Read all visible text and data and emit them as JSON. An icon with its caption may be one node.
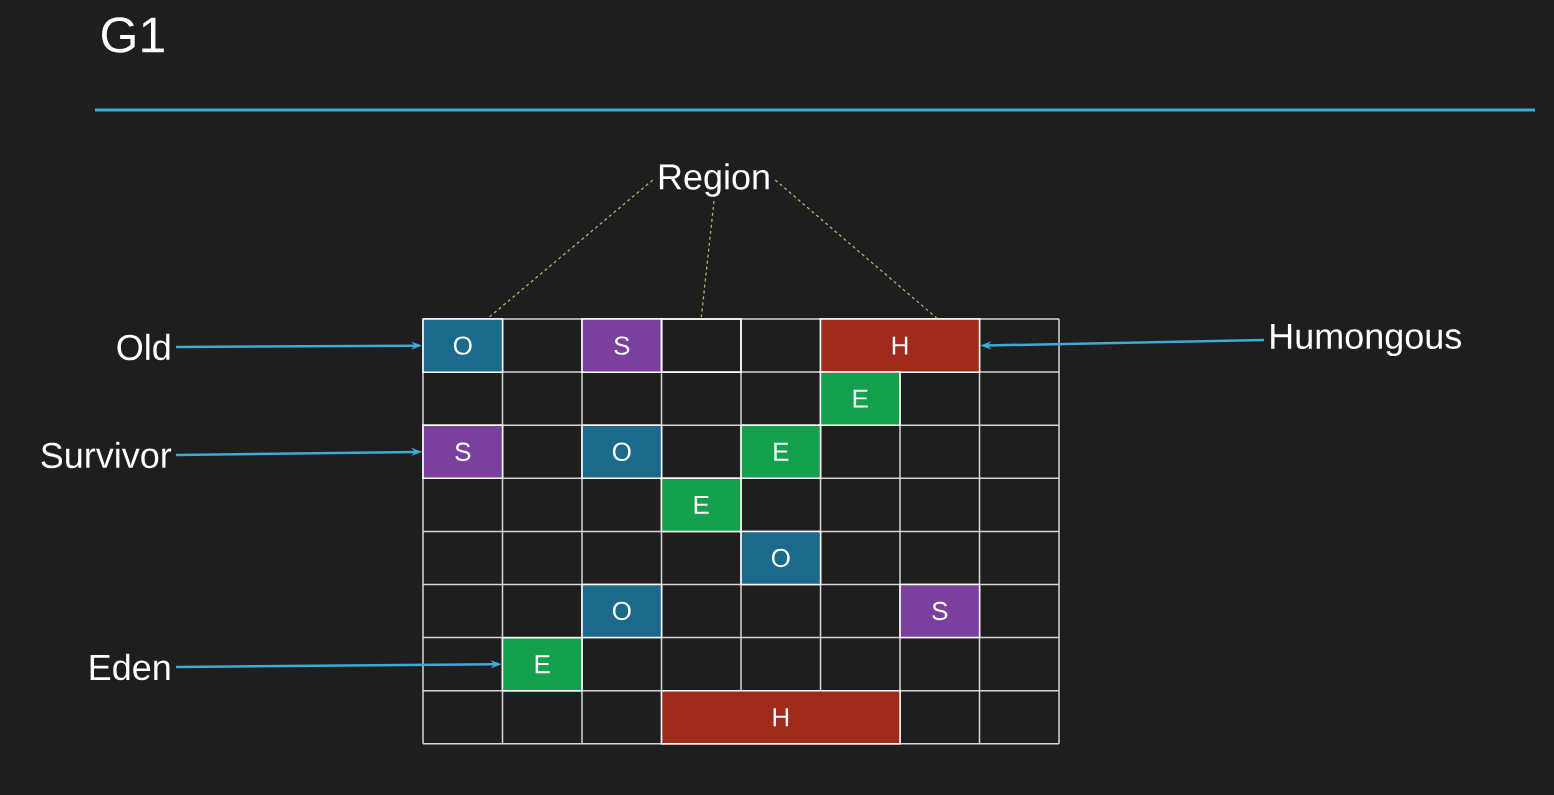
{
  "diagram": {
    "title": "G1",
    "nodes": [
      {
        "text": [
          "Region"
        ]
      },
      {
        "text": [
          "Old"
        ]
      },
      {
        "text": [
          "Survivor"
        ]
      },
      {
        "text": [
          "Eden"
        ]
      },
      {
        "text": [
          "Humongous"
        ]
      },
      {
        "text": [
          "O"
        ]
      },
      {
        "text": [
          "S"
        ]
      },
      {
        "text": [],
        "shape": "box"
      },
      {
        "text": [
          "H"
        ]
      },
      {
        "text": [
          "E"
        ]
      },
      {
        "text": [
          "S"
        ]
      },
      {
        "text": [
          "O"
        ]
      },
      {
        "text": [
          "E"
        ]
      },
      {
        "text": [
          "E"
        ]
      },
      {
        "text": [
          "O"
        ]
      },
      {
        "text": [
          "O"
        ]
      },
      {
        "text": [
          "S"
        ]
      },
      {
        "text": [
          "E"
        ]
      },
      {
        "text": [
          "H"
        ]
      }
    ],
    "edges": [
      {
        "from": 0,
        "to": 5,
        "arrow": "none",
        "style": "dashed",
        "color": "#b5b563"
      },
      {
        "from": 0,
        "to": 7,
        "arrow": "none",
        "style": "dashed",
        "color": "#b5b563"
      },
      {
        "from": 0,
        "to": 8,
        "arrow": "none",
        "style": "dashed",
        "color": "#b5b563"
      },
      {
        "from": 1,
        "to": 5,
        "arrow": "to"
      },
      {
        "from": 2,
        "to": 10,
        "arrow": "to"
      },
      {
        "from": 3,
        "to": 17,
        "arrow": "to"
      },
      {
        "from": 4,
        "to": 8,
        "arrow": "to"
      }
    ]
  }
}
